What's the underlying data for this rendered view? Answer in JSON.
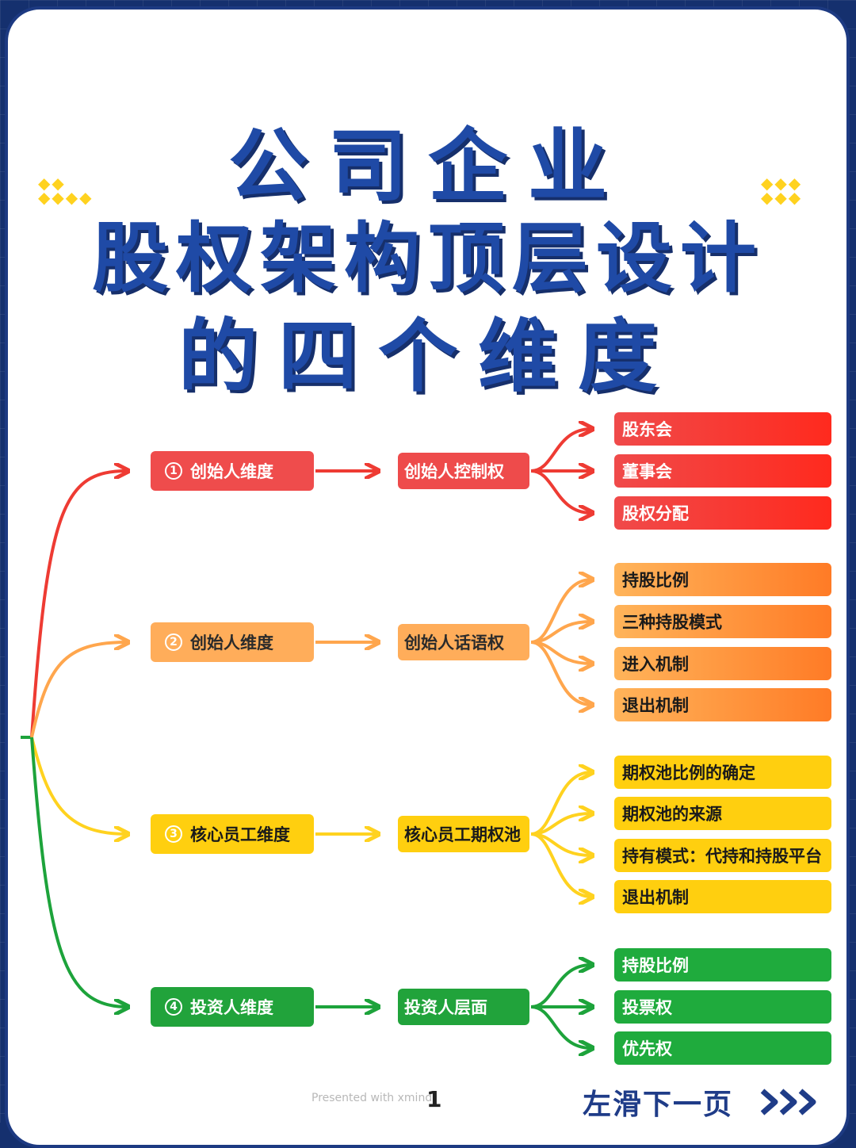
{
  "title": {
    "line1": "公司企业",
    "line2": "股权架构顶层设计",
    "line3": "的四个维度"
  },
  "colors": {
    "red": "#ef4c4c",
    "orange": "#ffad5a",
    "yellow": "#ffcf0f",
    "green": "#21a33b",
    "title_blue": "#1f4aa6",
    "frame_navy": "#15306e"
  },
  "branches": [
    {
      "number": "1",
      "dimension": "创始人维度",
      "middle": "创始人控制权",
      "leaves": [
        "股东会",
        "董事会",
        "股权分配"
      ]
    },
    {
      "number": "2",
      "dimension": "创始人维度",
      "middle": "创始人话语权",
      "leaves": [
        "持股比例",
        "三种持股模式",
        "进入机制",
        "退出机制"
      ]
    },
    {
      "number": "3",
      "dimension": "核心员工维度",
      "middle": "核心员工期权池",
      "leaves": [
        "期权池比例的确定",
        "期权池的来源",
        "持有模式：代持和持股平台",
        "退出机制"
      ]
    },
    {
      "number": "4",
      "dimension": "投资人维度",
      "middle": "投资人层面",
      "leaves": [
        "持股比例",
        "投票权",
        "优先权"
      ]
    }
  ],
  "footer": {
    "brand": "Presented with xmind",
    "page": "1",
    "next": "左滑下一页",
    "next_icon": "triple-chevron-right-icon"
  }
}
